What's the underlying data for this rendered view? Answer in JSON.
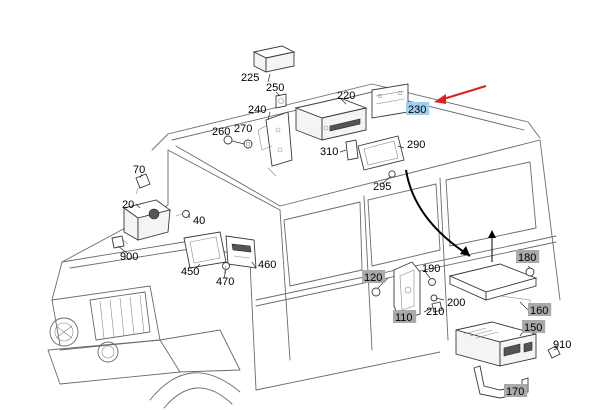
{
  "colors": {
    "highlight_blue": "#9ed0ee",
    "highlight_gray": "#a9a9a9",
    "pointer_arrow": "#e02020",
    "flow_arrow": "#000000"
  },
  "callouts": [
    {
      "id": "225",
      "text": "225",
      "style": "plain"
    },
    {
      "id": "250",
      "text": "250",
      "style": "plain"
    },
    {
      "id": "220",
      "text": "220",
      "style": "plain"
    },
    {
      "id": "240",
      "text": "240",
      "style": "plain"
    },
    {
      "id": "230",
      "text": "230",
      "style": "blue"
    },
    {
      "id": "260",
      "text": "260",
      "style": "plain"
    },
    {
      "id": "270",
      "text": "270",
      "style": "plain"
    },
    {
      "id": "310",
      "text": "310",
      "style": "plain"
    },
    {
      "id": "290",
      "text": "290",
      "style": "plain"
    },
    {
      "id": "295",
      "text": "295",
      "style": "plain"
    },
    {
      "id": "70",
      "text": "70",
      "style": "plain"
    },
    {
      "id": "20",
      "text": "20",
      "style": "plain"
    },
    {
      "id": "40",
      "text": "40",
      "style": "plain"
    },
    {
      "id": "900",
      "text": "900",
      "style": "plain"
    },
    {
      "id": "450",
      "text": "450",
      "style": "plain"
    },
    {
      "id": "460",
      "text": "460",
      "style": "plain"
    },
    {
      "id": "470",
      "text": "470",
      "style": "plain"
    },
    {
      "id": "120",
      "text": "120",
      "style": "gray"
    },
    {
      "id": "190",
      "text": "190",
      "style": "plain"
    },
    {
      "id": "200",
      "text": "200",
      "style": "plain"
    },
    {
      "id": "210",
      "text": "210",
      "style": "plain"
    },
    {
      "id": "110",
      "text": "110",
      "style": "gray"
    },
    {
      "id": "180",
      "text": "180",
      "style": "gray"
    },
    {
      "id": "160",
      "text": "160",
      "style": "gray"
    },
    {
      "id": "150",
      "text": "150",
      "style": "gray"
    },
    {
      "id": "910",
      "text": "910",
      "style": "plain"
    },
    {
      "id": "170",
      "text": "170",
      "style": "gray"
    }
  ]
}
